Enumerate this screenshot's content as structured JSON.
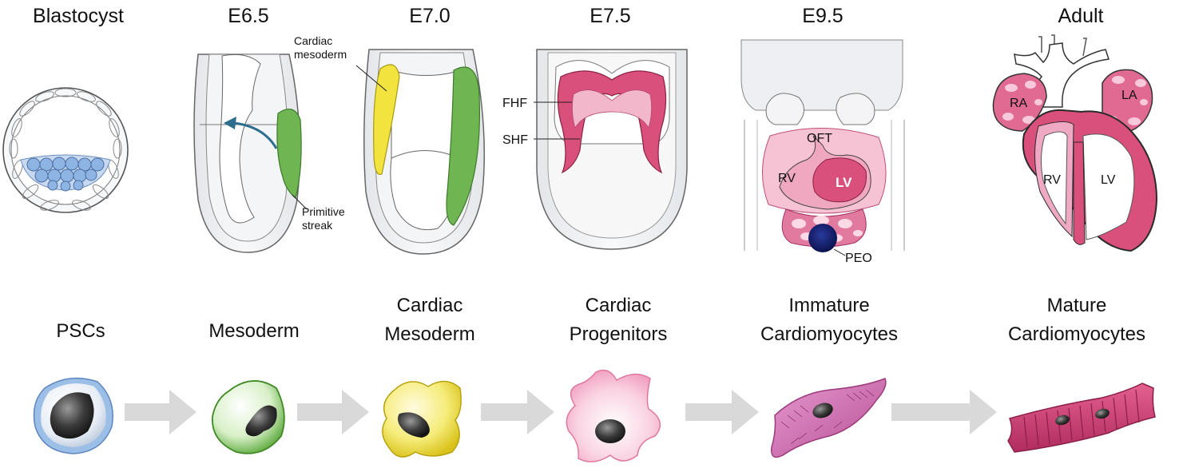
{
  "stages": [
    {
      "id": "blastocyst",
      "label": "Blastocyst"
    },
    {
      "id": "e65",
      "label": "E6.5"
    },
    {
      "id": "e70",
      "label": "E7.0"
    },
    {
      "id": "e75",
      "label": "E7.5"
    },
    {
      "id": "e95",
      "label": "E9.5"
    },
    {
      "id": "adult",
      "label": "Adult"
    }
  ],
  "annotations": {
    "cardiac_mesoderm": [
      "Cardiac",
      "mesoderm"
    ],
    "primitive_streak": [
      "Primitive",
      "streak"
    ],
    "fhf": "FHF",
    "shf": "SHF",
    "oft": "OFT",
    "rv": "RV",
    "lv": "LV",
    "peo": "PEO",
    "ra": "RA",
    "la": "LA"
  },
  "cells": [
    {
      "id": "pscs",
      "lines": [
        "PSCs"
      ],
      "color": "#9bc0e8"
    },
    {
      "id": "mesoderm",
      "lines": [
        "Mesoderm"
      ],
      "color": "#7cc05a"
    },
    {
      "id": "cardiac-mesoderm",
      "lines": [
        "Cardiac",
        "Mesoderm"
      ],
      "color": "#f2e23a"
    },
    {
      "id": "cardiac-progenitors",
      "lines": [
        "Cardiac",
        "Progenitors"
      ],
      "color": "#f4a7c4"
    },
    {
      "id": "immature-cm",
      "lines": [
        "Immature",
        "Cardiomyocytes"
      ],
      "color": "#d772b2"
    },
    {
      "id": "mature-cm",
      "lines": [
        "Mature",
        "Cardiomyocytes"
      ],
      "color": "#d24a7d"
    }
  ],
  "arrow_color": "#d9d9d9"
}
